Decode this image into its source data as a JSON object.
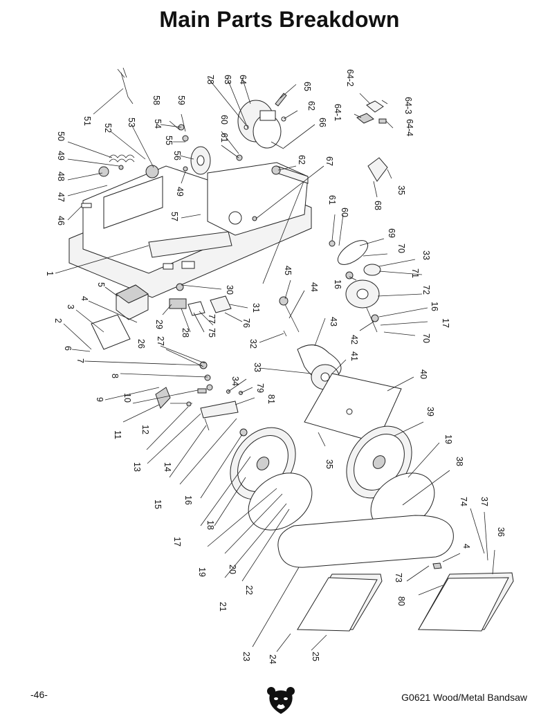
{
  "page": {
    "title": "Main Parts Breakdown",
    "page_number": "-46-",
    "model_label": "G0621 Wood/Metal Bandsaw",
    "logo_icon": "bear-head-logo"
  },
  "callouts": [
    {
      "id": "c78",
      "text": "78"
    },
    {
      "id": "c63",
      "text": "63"
    },
    {
      "id": "c64",
      "text": "64"
    },
    {
      "id": "c65",
      "text": "65"
    },
    {
      "id": "c62a",
      "text": "62"
    },
    {
      "id": "c66",
      "text": "66"
    },
    {
      "id": "c60a",
      "text": "60"
    },
    {
      "id": "c61a",
      "text": "61"
    },
    {
      "id": "c58",
      "text": "58"
    },
    {
      "id": "c59",
      "text": "59"
    },
    {
      "id": "c54",
      "text": "54"
    },
    {
      "id": "c55",
      "text": "55"
    },
    {
      "id": "c56",
      "text": "56"
    },
    {
      "id": "c49a",
      "text": "49"
    },
    {
      "id": "c53",
      "text": "53"
    },
    {
      "id": "c52",
      "text": "52"
    },
    {
      "id": "c51",
      "text": "51"
    },
    {
      "id": "c50",
      "text": "50"
    },
    {
      "id": "c49b",
      "text": "49"
    },
    {
      "id": "c48",
      "text": "48"
    },
    {
      "id": "c47",
      "text": "47"
    },
    {
      "id": "c46",
      "text": "46"
    },
    {
      "id": "c57",
      "text": "57"
    },
    {
      "id": "c62b",
      "text": "62"
    },
    {
      "id": "c67",
      "text": "67"
    },
    {
      "id": "c64_2",
      "text": "64-2"
    },
    {
      "id": "c64_1",
      "text": "64-1"
    },
    {
      "id": "c64_3",
      "text": "64-3"
    },
    {
      "id": "c64_4",
      "text": "64-4"
    },
    {
      "id": "c68",
      "text": "68"
    },
    {
      "id": "c35a",
      "text": "35"
    },
    {
      "id": "c61b",
      "text": "61"
    },
    {
      "id": "c60b",
      "text": "60"
    },
    {
      "id": "c69",
      "text": "69"
    },
    {
      "id": "c70a",
      "text": "70"
    },
    {
      "id": "c33a",
      "text": "33"
    },
    {
      "id": "c71",
      "text": "71"
    },
    {
      "id": "c72",
      "text": "72"
    },
    {
      "id": "c16a",
      "text": "16"
    },
    {
      "id": "c16b",
      "text": "16"
    },
    {
      "id": "c17a",
      "text": "17"
    },
    {
      "id": "c70b",
      "text": "70"
    },
    {
      "id": "c42",
      "text": "42"
    },
    {
      "id": "c45",
      "text": "45"
    },
    {
      "id": "c44",
      "text": "44"
    },
    {
      "id": "c43",
      "text": "43"
    },
    {
      "id": "c41",
      "text": "41"
    },
    {
      "id": "c1",
      "text": "1"
    },
    {
      "id": "c30",
      "text": "30"
    },
    {
      "id": "c31",
      "text": "31"
    },
    {
      "id": "c5",
      "text": "5"
    },
    {
      "id": "c4a",
      "text": "4"
    },
    {
      "id": "c3",
      "text": "3"
    },
    {
      "id": "c2",
      "text": "2"
    },
    {
      "id": "c6",
      "text": "6"
    },
    {
      "id": "c7",
      "text": "7"
    },
    {
      "id": "c29",
      "text": "29"
    },
    {
      "id": "c28",
      "text": "28"
    },
    {
      "id": "c75",
      "text": "75"
    },
    {
      "id": "c77",
      "text": "77"
    },
    {
      "id": "c76",
      "text": "76"
    },
    {
      "id": "c32",
      "text": "32"
    },
    {
      "id": "c26",
      "text": "26"
    },
    {
      "id": "c27",
      "text": "27"
    },
    {
      "id": "c8",
      "text": "8"
    },
    {
      "id": "c9",
      "text": "9"
    },
    {
      "id": "c10",
      "text": "10"
    },
    {
      "id": "c11",
      "text": "11"
    },
    {
      "id": "c12",
      "text": "12"
    },
    {
      "id": "c13",
      "text": "13"
    },
    {
      "id": "c14",
      "text": "14"
    },
    {
      "id": "c15",
      "text": "15"
    },
    {
      "id": "c16c",
      "text": "16"
    },
    {
      "id": "c17b",
      "text": "17"
    },
    {
      "id": "c18",
      "text": "18"
    },
    {
      "id": "c33b",
      "text": "33"
    },
    {
      "id": "c34",
      "text": "34"
    },
    {
      "id": "c79",
      "text": "79"
    },
    {
      "id": "c81",
      "text": "81"
    },
    {
      "id": "c40",
      "text": "40"
    },
    {
      "id": "c39",
      "text": "39"
    },
    {
      "id": "c19a",
      "text": "19"
    },
    {
      "id": "c38",
      "text": "38"
    },
    {
      "id": "c35b",
      "text": "35"
    },
    {
      "id": "c74",
      "text": "74"
    },
    {
      "id": "c37",
      "text": "37"
    },
    {
      "id": "c36",
      "text": "36"
    },
    {
      "id": "c4b",
      "text": "4"
    },
    {
      "id": "c73",
      "text": "73"
    },
    {
      "id": "c80",
      "text": "80"
    },
    {
      "id": "c19b",
      "text": "19"
    },
    {
      "id": "c20",
      "text": "20"
    },
    {
      "id": "c21",
      "text": "21"
    },
    {
      "id": "c22",
      "text": "22"
    },
    {
      "id": "c23",
      "text": "23"
    },
    {
      "id": "c24",
      "text": "24"
    },
    {
      "id": "c25",
      "text": "25"
    }
  ]
}
